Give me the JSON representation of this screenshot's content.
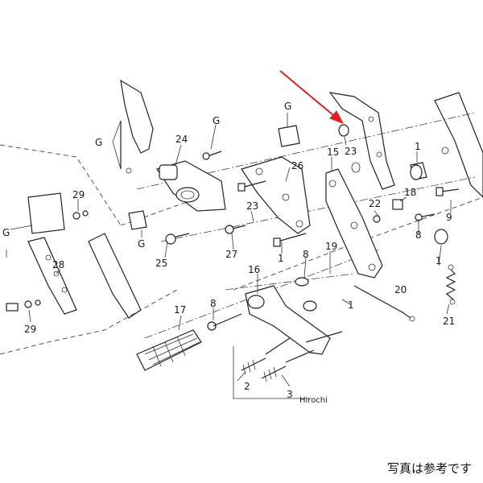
{
  "diagram": {
    "labels": {
      "G_left": "G",
      "G_top_a": "G",
      "G_top_b": "G",
      "G_left_b": "G",
      "G_mid": "G",
      "p1_a": "1",
      "p1_b": "1",
      "p1_c": "1",
      "p1_d": "1",
      "p2": "2",
      "p3": "3",
      "p8_a": "8",
      "p8_b": "8",
      "p8_c": "8",
      "p9": "9",
      "p15": "15",
      "p16": "16",
      "p17": "17",
      "p18": "18",
      "p19": "19",
      "p20": "20",
      "p21": "21",
      "p22": "22",
      "p23_a": "23",
      "p23_b": "23",
      "p24": "24",
      "p25": "25",
      "p26": "26",
      "p27": "27",
      "p28": "28",
      "p29_a": "29",
      "p29_b": "29"
    },
    "watermark": "Hirochi",
    "caption": "写真は参考です",
    "arrow_color": "#e02020"
  }
}
